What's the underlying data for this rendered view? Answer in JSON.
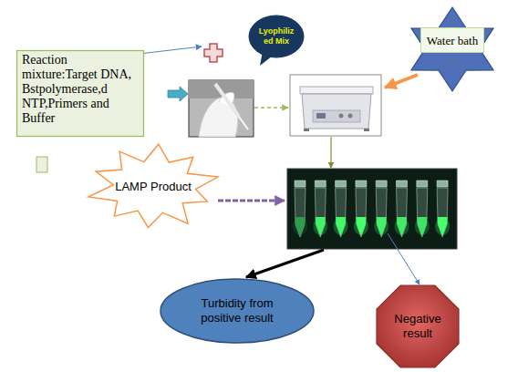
{
  "diagram": {
    "nodes": [
      {
        "text": [
          "Reaction mixture:Target DNA, Bstpolymerase,d NTP,Primers and Buffer"
        ]
      },
      {
        "text": [
          "Lyophiliz ed Mix"
        ]
      },
      {
        "text": [
          "Water bath"
        ]
      },
      {
        "text": [
          "LAMP Product"
        ]
      },
      {
        "text": [
          "Turbidity from positive result"
        ]
      },
      {
        "text": [
          "Negative result"
        ]
      }
    ]
  }
}
